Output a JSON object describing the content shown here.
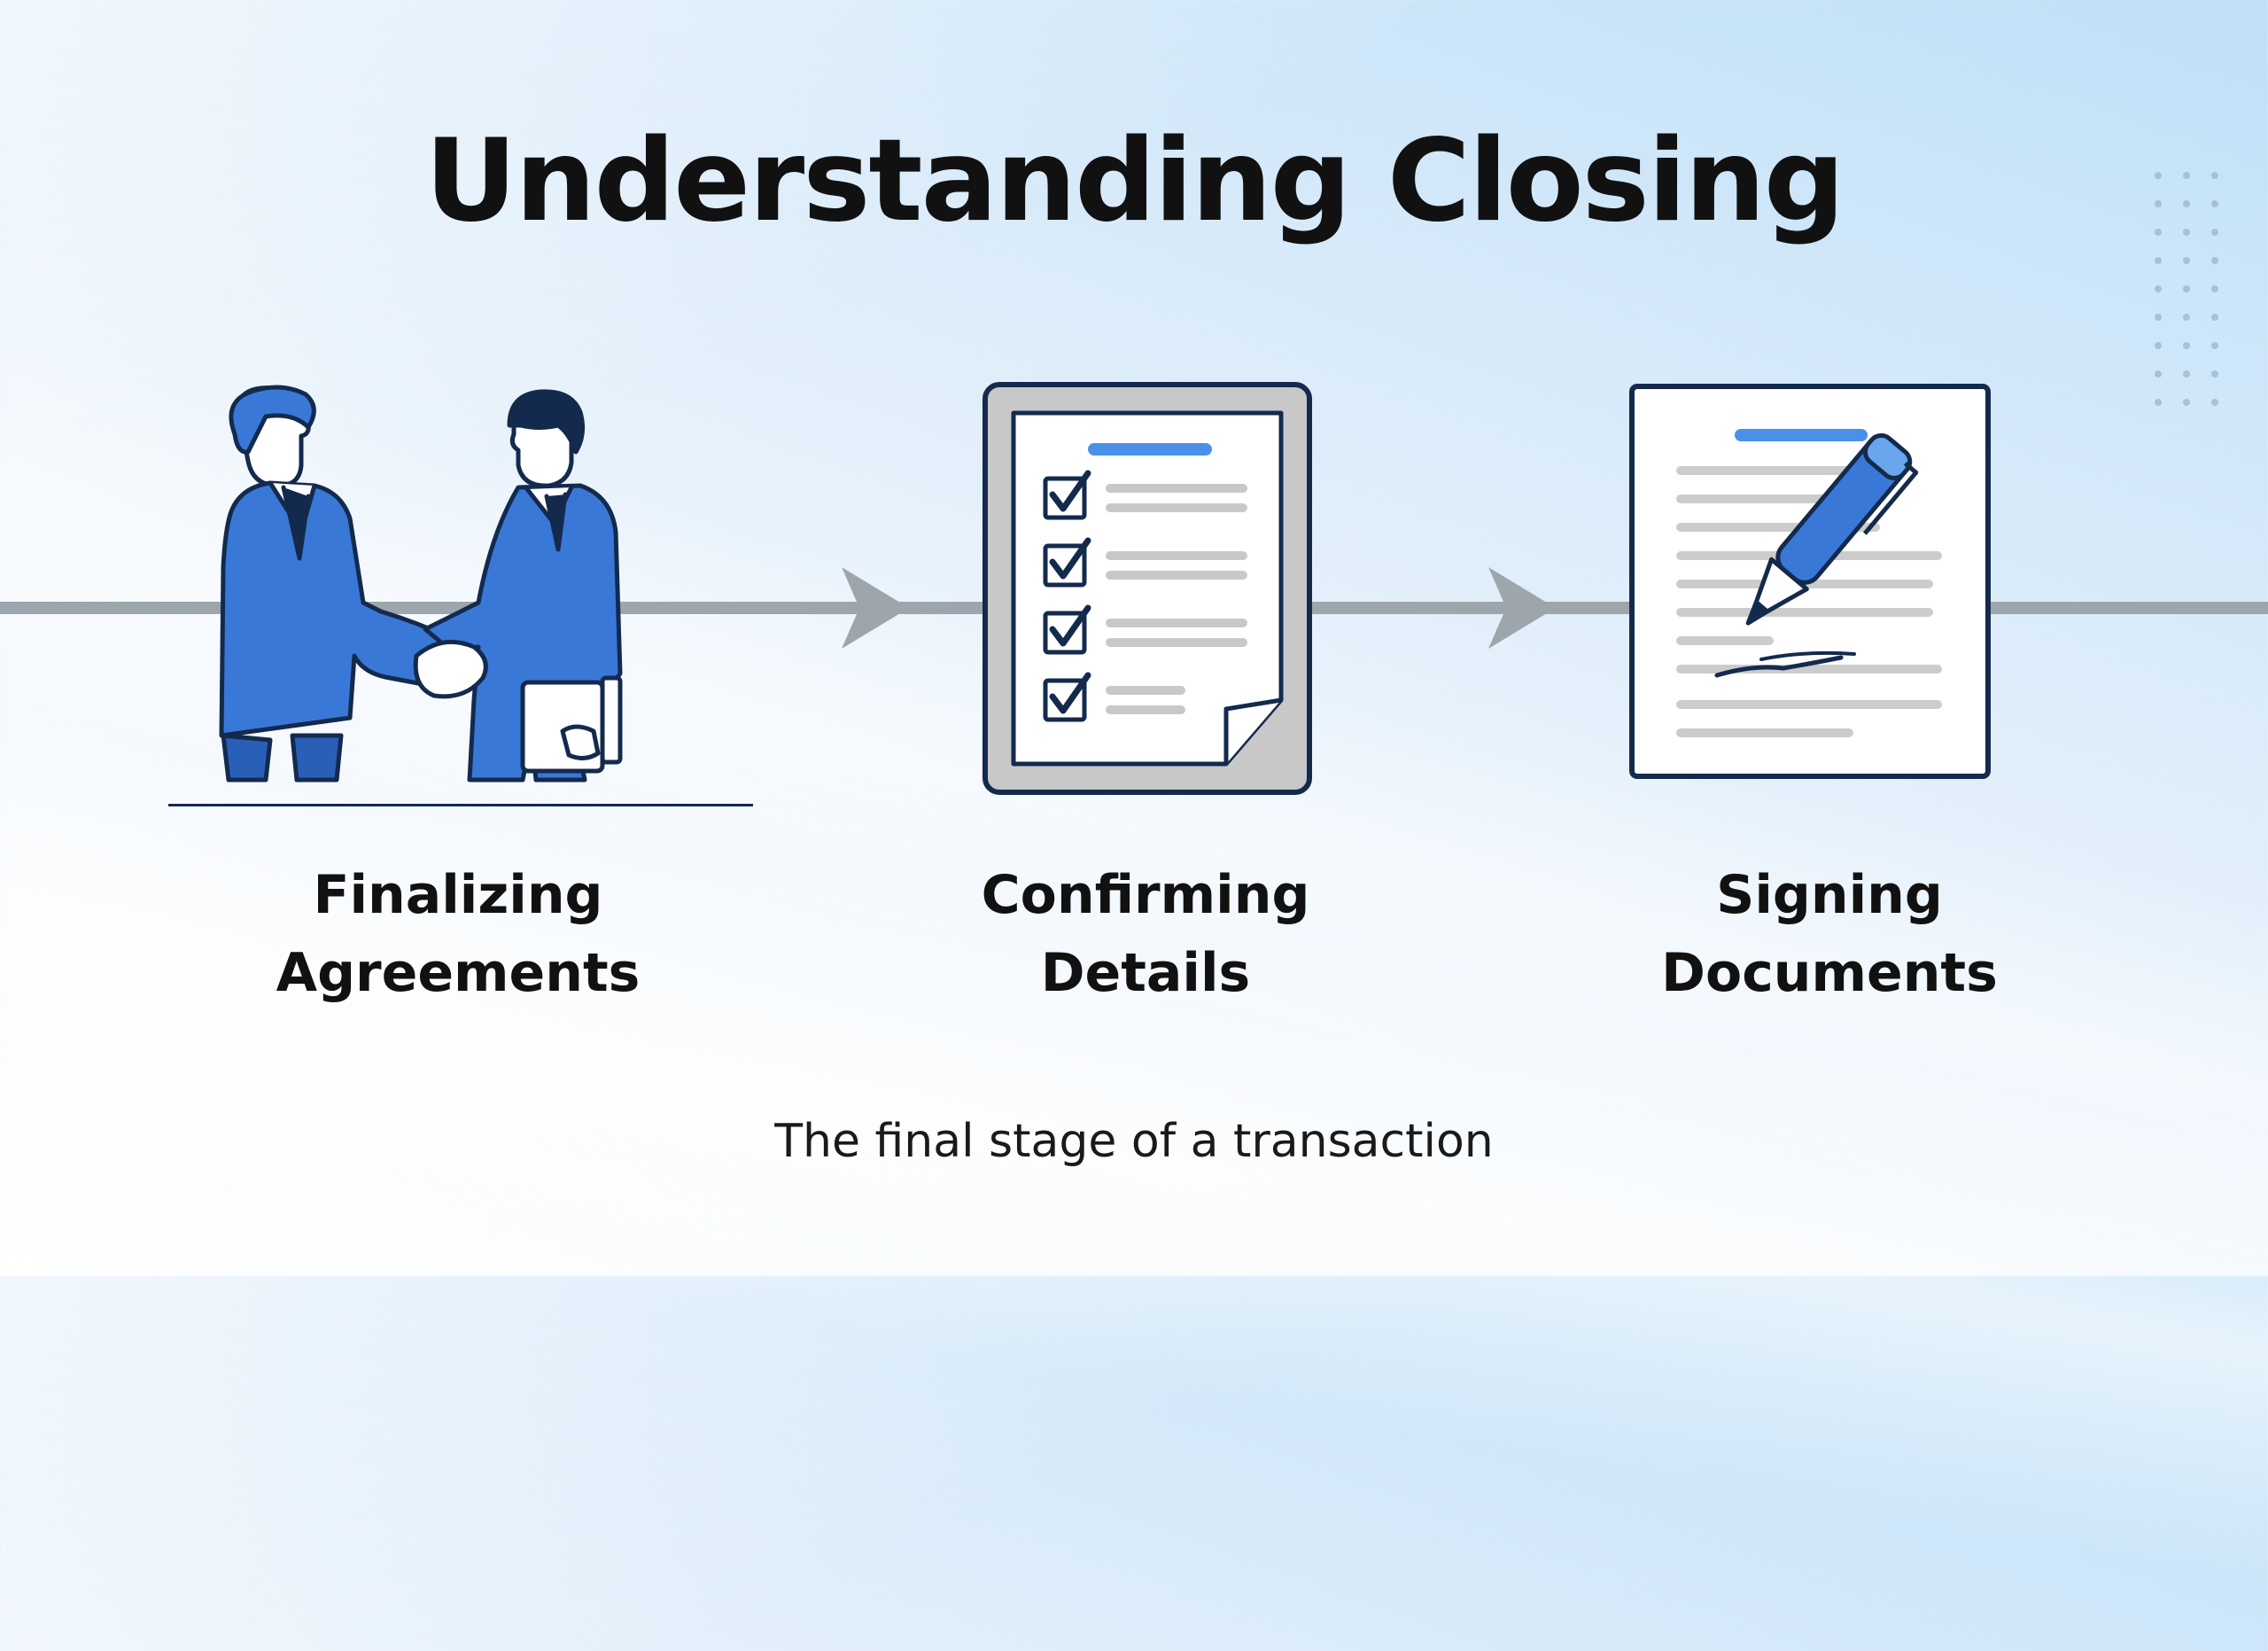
{
  "title": "Understanding Closing",
  "steps": [
    {
      "label": "Finalizing Agreements",
      "icon": "handshake-icon"
    },
    {
      "label": "Confirming Details",
      "icon": "checklist-icon"
    },
    {
      "label": "Signing Documents",
      "icon": "signing-pen-icon"
    }
  ],
  "subtitle": "The final stage of a transaction",
  "colors": {
    "accent_blue": "#3a78d8",
    "dark_navy": "#142a4d",
    "line_gray": "#9ea6ad",
    "text": "#111111"
  }
}
